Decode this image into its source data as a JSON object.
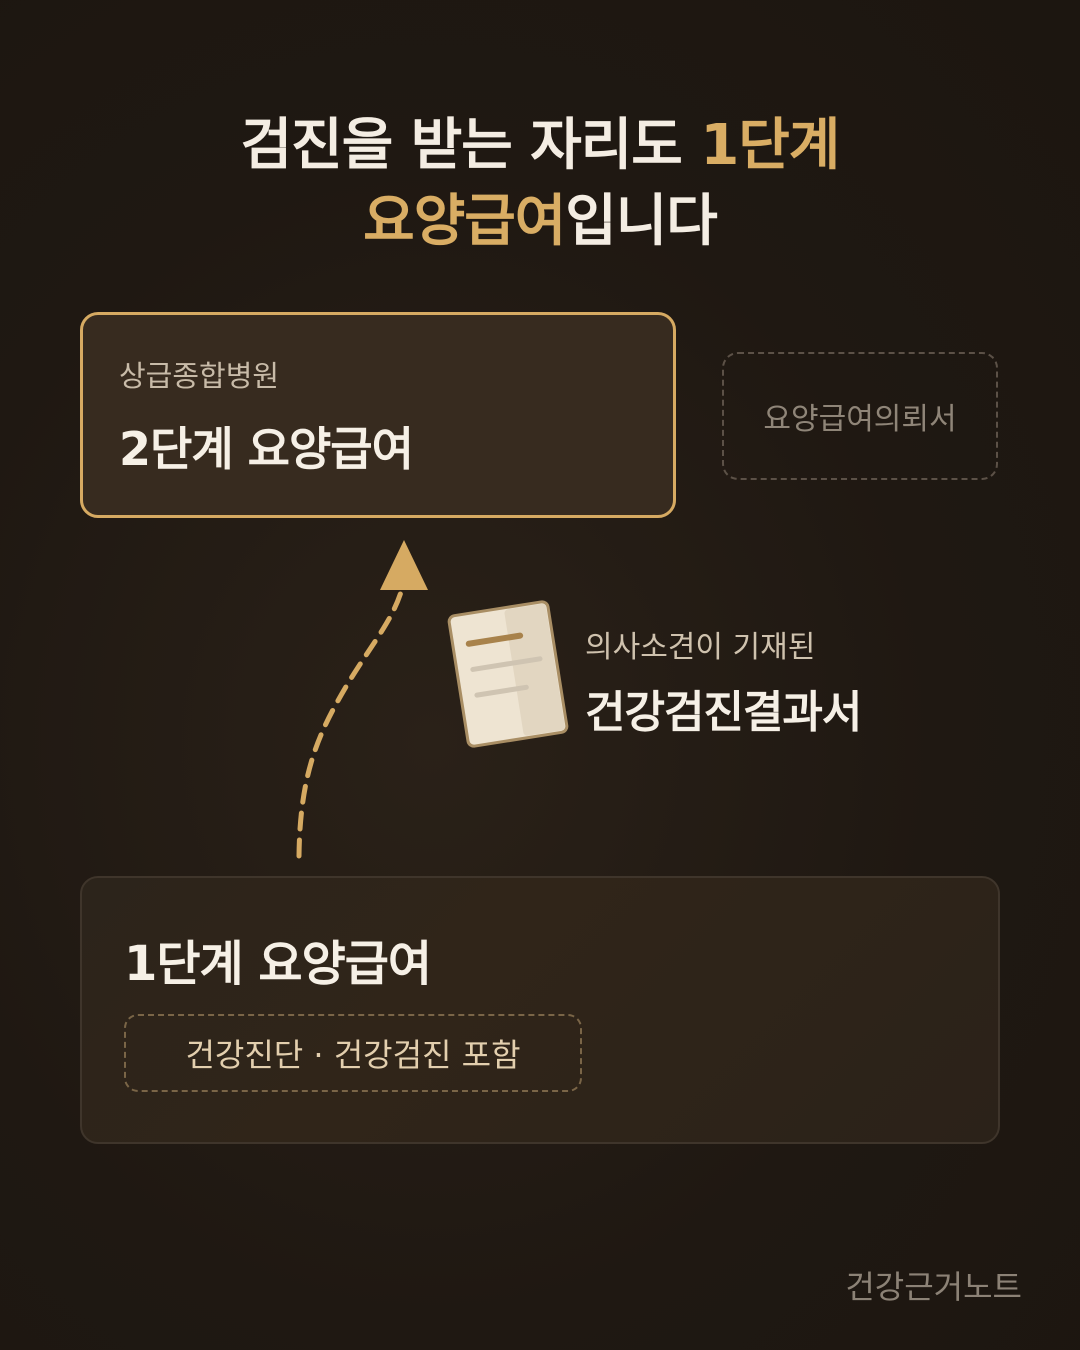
{
  "title": {
    "line1_prefix": "검진을 받는 자리도 ",
    "line1_accent": "1단계",
    "line2_accent": "요양급여",
    "line2_suffix": "입니다"
  },
  "stage2": {
    "subtitle": "상급종합병원",
    "label": "2단계 요양급여"
  },
  "referral_label": "요양급여의뢰서",
  "result": {
    "subtitle": "의사소견이 기재된",
    "label": "건강검진결과서",
    "icon": "document-icon"
  },
  "stage1": {
    "label": "1단계 요양급여",
    "tag": "건강진단 · 건강검진 포함"
  },
  "brand": "건강근거노트",
  "colors": {
    "background": "#1f1812",
    "accent": "#d9ad64",
    "text": "#f4ede3"
  }
}
